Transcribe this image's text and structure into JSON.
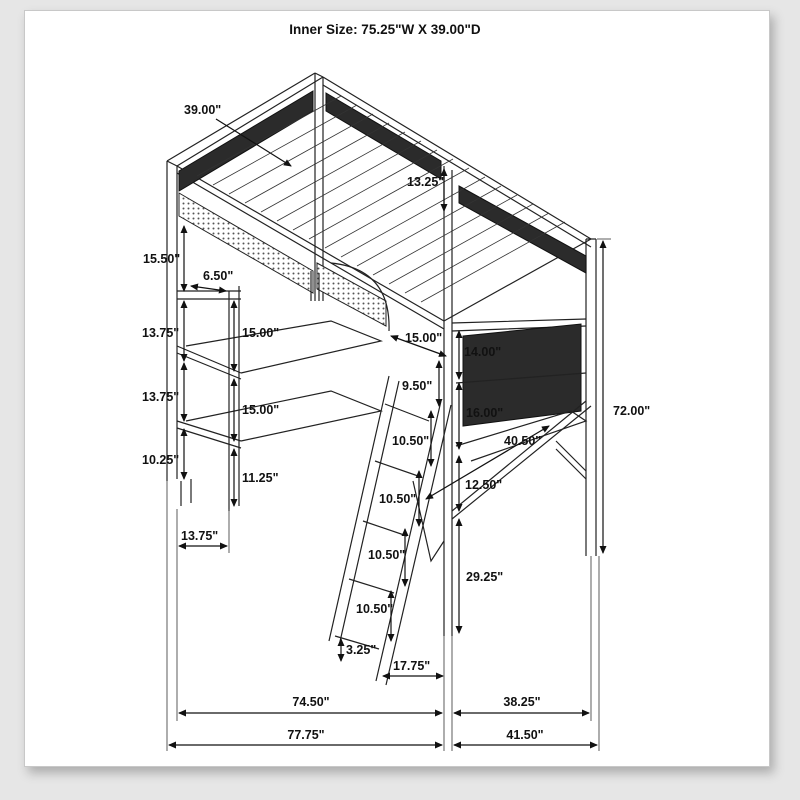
{
  "title": "Inner Size: 75.25\"W X 39.00\"D",
  "dimensions": {
    "d_39": "39.00\"",
    "d_13_25": "13.25\"",
    "d_15_50": "15.50\"",
    "d_6_50": "6.50\"",
    "d_13_75_a": "13.75\"",
    "d_15_00_a": "15.00\"",
    "d_13_75_b": "13.75\"",
    "d_15_00_b": "15.00\"",
    "d_10_25": "10.25\"",
    "d_11_25": "11.25\"",
    "d_13_75_c": "13.75\"",
    "d_15_00_c": "15.00\"",
    "d_14_00": "14.00\"",
    "d_9_50": "9.50\"",
    "d_16_00": "16.00\"",
    "d_72_00": "72.00\"",
    "d_10_50_a": "10.50\"",
    "d_40_50": "40.50\"",
    "d_10_50_b": "10.50\"",
    "d_12_50": "12.50\"",
    "d_10_50_c": "10.50\"",
    "d_29_25": "29.25\"",
    "d_10_50_d": "10.50\"",
    "d_3_25": "3.25\"",
    "d_17_75": "17.75\"",
    "d_74_50": "74.50\"",
    "d_38_25": "38.25\"",
    "d_77_75": "77.75\"",
    "d_41_50": "41.50\""
  }
}
